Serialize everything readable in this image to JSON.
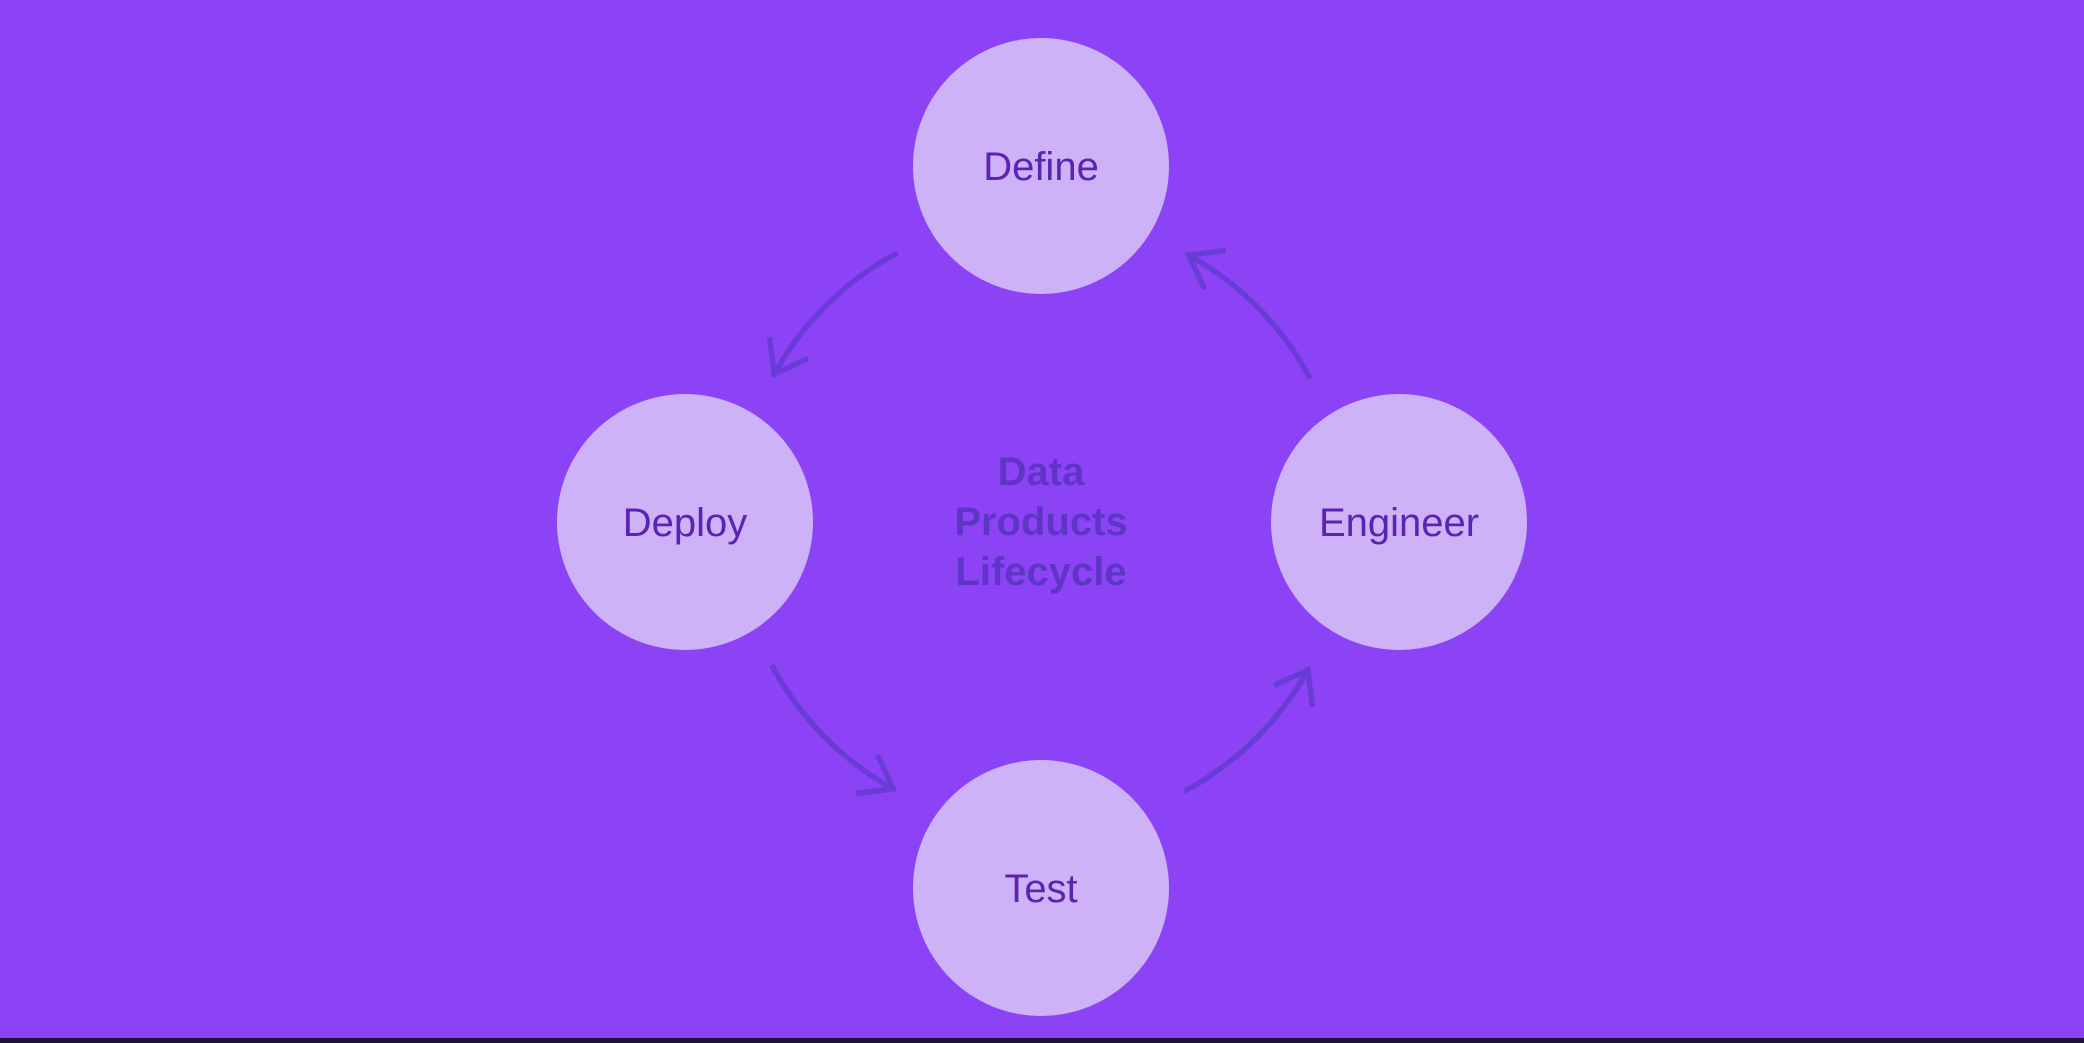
{
  "diagram": {
    "center_title_lines": [
      "Data",
      "Products",
      "Lifecycle"
    ],
    "nodes": [
      {
        "id": "define",
        "label": "Define",
        "position": "top"
      },
      {
        "id": "deploy",
        "label": "Deploy",
        "position": "left"
      },
      {
        "id": "test",
        "label": "Test",
        "position": "bottom"
      },
      {
        "id": "engineer",
        "label": "Engineer",
        "position": "right"
      }
    ],
    "flow_order": [
      "Define",
      "Deploy",
      "Test",
      "Engineer"
    ],
    "flow_direction": "counterclockwise",
    "colors": {
      "background": "#8C43F6",
      "circle_fill": "#CDB2F7",
      "node_text": "#5A23B4",
      "title_text": "#5F35C6",
      "arrow": "#6B3BD6",
      "bottom_edge": "#1E1239"
    }
  }
}
